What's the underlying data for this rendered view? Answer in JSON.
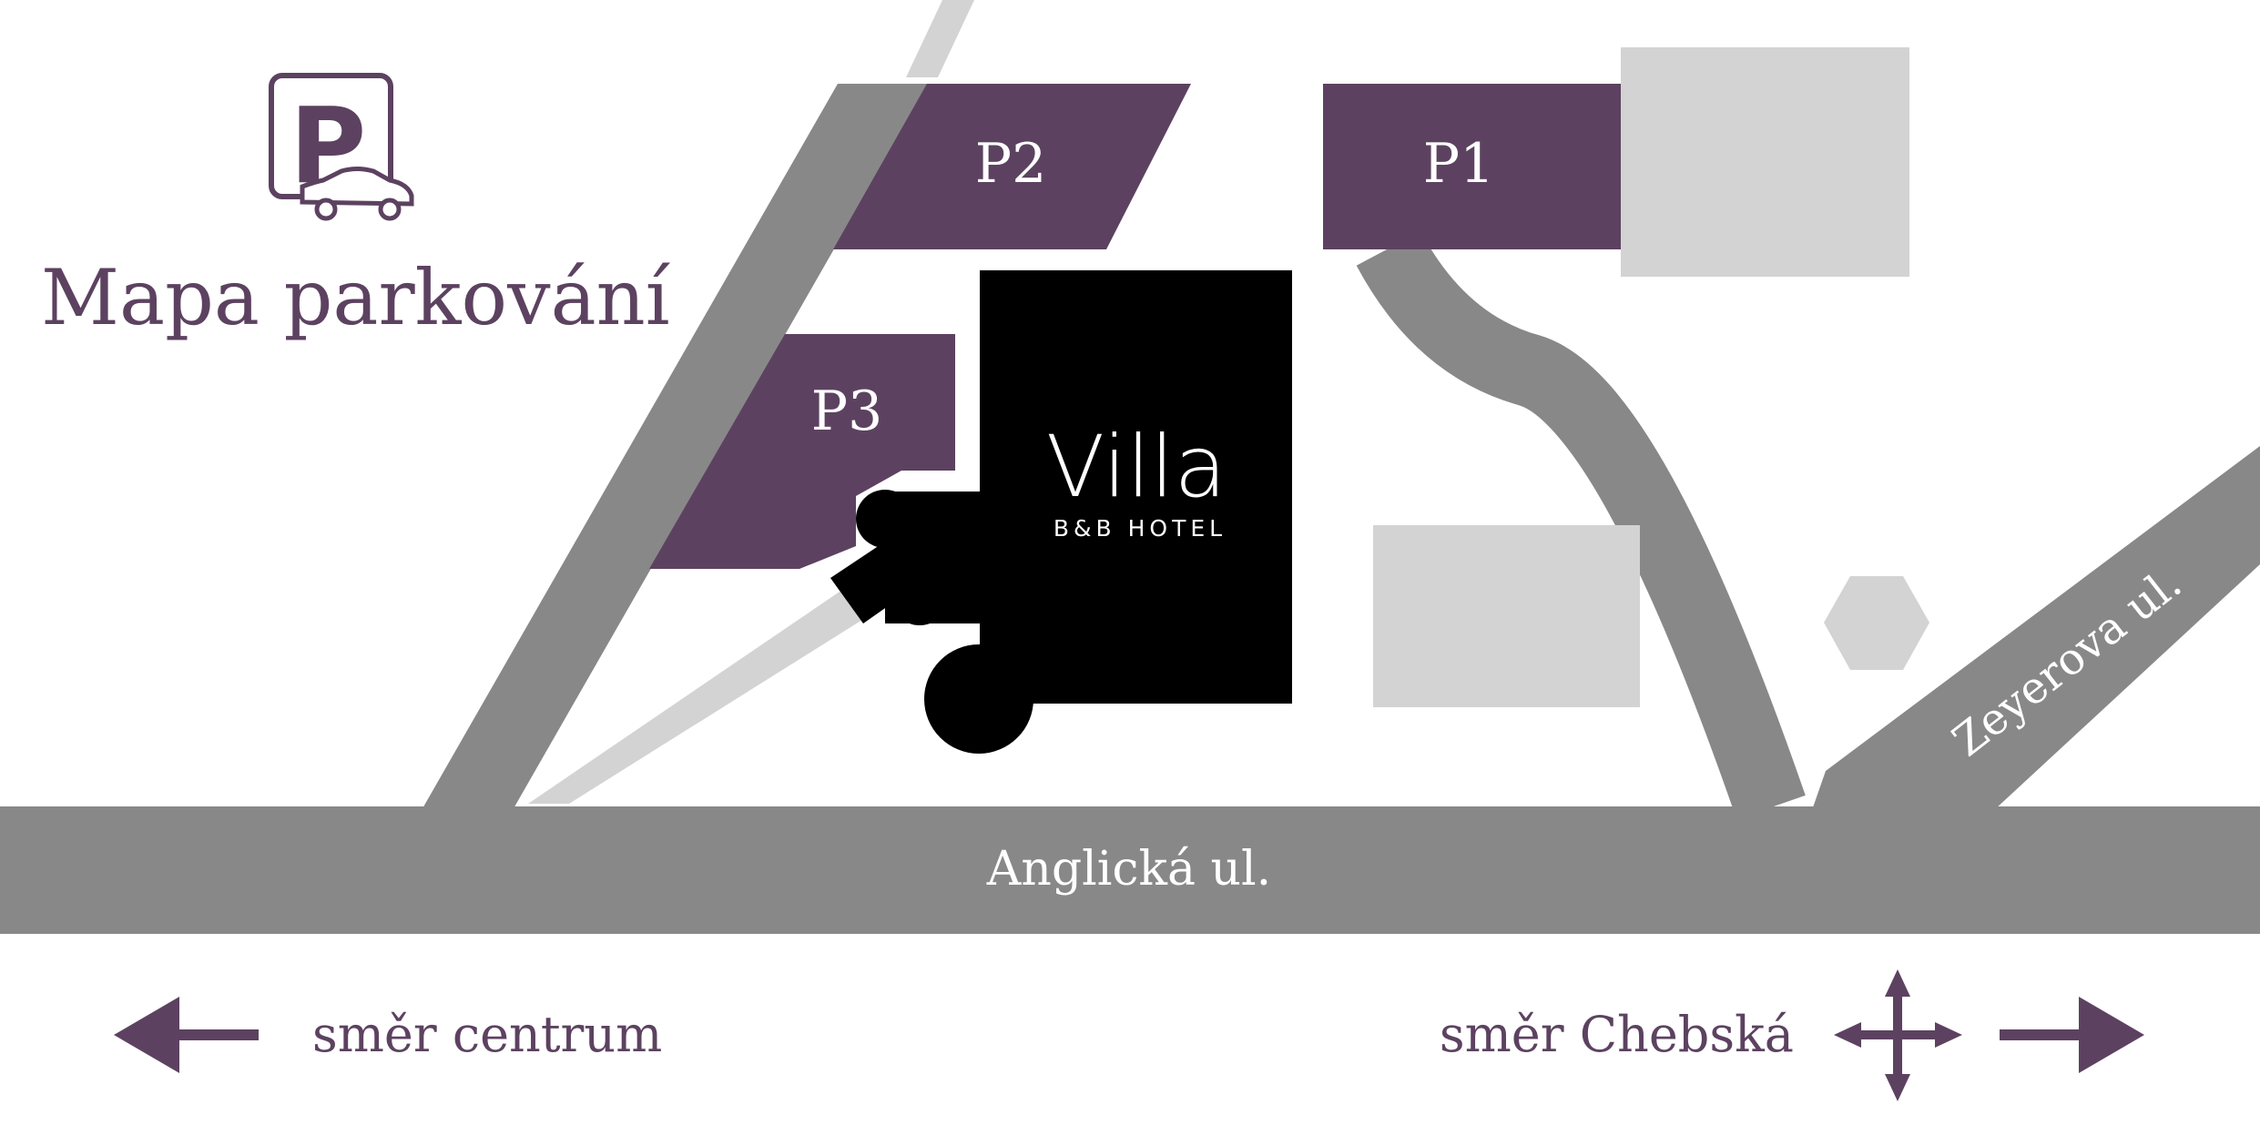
{
  "title": "Mapa parkování",
  "parking_icon_letter": "P",
  "lots": [
    {
      "label": "P1",
      "color": "#5c4260"
    },
    {
      "label": "P2",
      "color": "#5c4260"
    },
    {
      "label": "P3",
      "color": "#5c4260"
    }
  ],
  "hotel": {
    "name": "Villa",
    "subtitle": "B&B HOTEL"
  },
  "streets": {
    "main": "Anglická ul.",
    "side": "Zeyerova ul."
  },
  "directions": {
    "left": "směr centrum",
    "right": "směr Chebská"
  },
  "icons": {
    "parking": "parking-car-icon",
    "left_arrow": "arrow-left-icon",
    "right_arrow": "arrow-right-icon",
    "crossroads": "four-way-arrow-icon"
  },
  "colors": {
    "accent": "#5c4260",
    "road": "#888888",
    "building": "#d3d3d3",
    "hotel": "#000000"
  }
}
